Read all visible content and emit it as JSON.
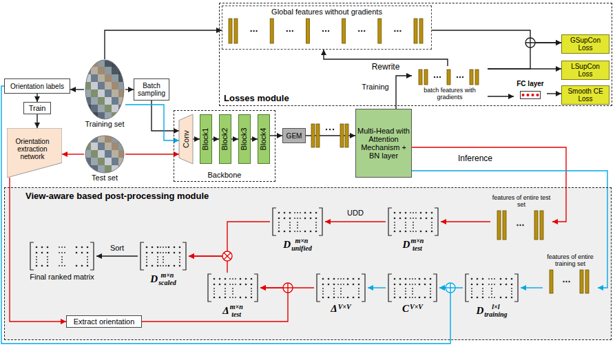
{
  "diagram": {
    "nodes": [
      {
        "text": [
          "Losses module"
        ]
      },
      {
        "text": [
          "Global features without gradients"
        ],
        "in": 0
      },
      {
        "text": [
          "batch features with gradients"
        ],
        "in": 0
      },
      {
        "text": [
          "FC layer"
        ],
        "in": 0
      },
      {
        "text": [
          "GSupCon Loss"
        ],
        "in": 0
      },
      {
        "text": [
          "LSupCon Loss"
        ],
        "in": 0
      },
      {
        "text": [
          "Smooth CE Loss"
        ],
        "in": 0
      },
      {
        "text": [
          "Orientation labels"
        ]
      },
      {
        "text": [
          "Train"
        ]
      },
      {
        "text": [
          "Orientation extraction network"
        ]
      },
      {
        "text": [
          "Training set"
        ]
      },
      {
        "text": [
          "Batch sampling"
        ]
      },
      {
        "text": [
          "Test set"
        ]
      },
      {
        "text": [
          "Backbone"
        ]
      },
      {
        "text": [
          "Conv"
        ],
        "in": 13
      },
      {
        "text": [
          "Block1"
        ],
        "in": 13
      },
      {
        "text": [
          "Block2"
        ],
        "in": 13
      },
      {
        "text": [
          "Block3"
        ],
        "in": 13
      },
      {
        "text": [
          "Block4"
        ],
        "in": 13
      },
      {
        "text": [
          "GEM"
        ]
      },
      {
        "text": [
          "Multi-Head with Attention Mechanism + BN layer"
        ]
      },
      {
        "text": [
          "View-aware based post-processing module"
        ]
      },
      {
        "text": [
          "features of entire test set"
        ],
        "in": 21
      },
      {
        "text": [
          "D",
          "m×n",
          "test"
        ],
        "in": 21
      },
      {
        "text": [
          "D",
          "m×n",
          "unified"
        ],
        "in": 21
      },
      {
        "text": [
          "D",
          "m×n",
          "scaled"
        ],
        "in": 21
      },
      {
        "text": [
          "Final ranked matrix"
        ],
        "in": 21
      },
      {
        "text": [
          "features of entire training set"
        ],
        "in": 21
      },
      {
        "text": [
          "D",
          "l×l",
          "training"
        ],
        "in": 21
      },
      {
        "text": [
          "C",
          "V×V"
        ],
        "in": 21
      },
      {
        "text": [
          "Δ",
          "V×V"
        ],
        "in": 21
      },
      {
        "text": [
          "Δ",
          "m×n",
          "test"
        ],
        "in": 21
      },
      {
        "text": [
          "Extract orientation"
        ],
        "in": 21
      }
    ],
    "edges": [
      {
        "from": 10,
        "to": 7,
        "arrow": "to"
      },
      {
        "from": 7,
        "to": 8,
        "arrow": "to"
      },
      {
        "from": 8,
        "to": 9,
        "arrow": "to"
      },
      {
        "from": 10,
        "to": 11,
        "arrow": "to"
      },
      {
        "from": 10,
        "to": 1,
        "arrow": "to"
      },
      {
        "from": 11,
        "to": 14,
        "arrow": "to"
      },
      {
        "from": 10,
        "to": 14,
        "arrow": "to"
      },
      {
        "from": 12,
        "to": 14,
        "arrow": "to"
      },
      {
        "from": 12,
        "to": 9,
        "arrow": "to"
      },
      {
        "from": 14,
        "to": 15,
        "arrow": "to"
      },
      {
        "from": 15,
        "to": 16,
        "arrow": "to"
      },
      {
        "from": 16,
        "to": 17,
        "arrow": "to"
      },
      {
        "from": 17,
        "to": 18,
        "arrow": "to"
      },
      {
        "from": 18,
        "to": 19,
        "arrow": "to"
      },
      {
        "from": 19,
        "to": 20,
        "arrow": "to"
      },
      {
        "from": 20,
        "to": 2,
        "label": "Training",
        "arrow": "to"
      },
      {
        "from": 2,
        "to": 1,
        "label": "Rewrite",
        "arrow": "to"
      },
      {
        "from": 1,
        "to": 4,
        "arrow": "to"
      },
      {
        "from": 2,
        "to": 4,
        "arrow": "to"
      },
      {
        "from": 2,
        "to": 5,
        "arrow": "to"
      },
      {
        "from": 2,
        "to": 3,
        "arrow": "to"
      },
      {
        "from": 3,
        "to": 6,
        "arrow": "to"
      },
      {
        "from": 20,
        "to": 22,
        "label": "Inference",
        "arrow": "to"
      },
      {
        "from": 20,
        "to": 27,
        "arrow": "to"
      },
      {
        "from": 22,
        "to": 23,
        "arrow": "to"
      },
      {
        "from": 23,
        "to": 24,
        "label": "UDD",
        "arrow": "to"
      },
      {
        "from": 24,
        "to": 25,
        "arrow": "to"
      },
      {
        "from": 31,
        "to": 25,
        "arrow": "to"
      },
      {
        "from": 25,
        "to": 26,
        "label": "Sort",
        "arrow": "to"
      },
      {
        "from": 27,
        "to": 28,
        "arrow": "to"
      },
      {
        "from": 28,
        "to": 29,
        "arrow": "to"
      },
      {
        "from": 7,
        "to": 29,
        "arrow": "to"
      },
      {
        "from": 29,
        "to": 30,
        "arrow": "to"
      },
      {
        "from": 30,
        "to": 31,
        "arrow": "to"
      },
      {
        "from": 32,
        "to": 31,
        "arrow": "to"
      },
      {
        "from": 9,
        "to": 32,
        "arrow": "to"
      }
    ]
  }
}
